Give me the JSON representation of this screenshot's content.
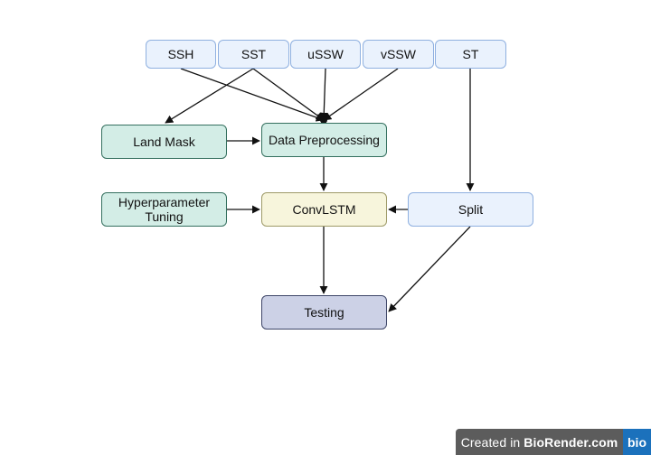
{
  "nodes": {
    "ssh": "SSH",
    "sst": "SST",
    "ussw": "uSSW",
    "vssw": "vSSW",
    "st": "ST",
    "land_mask": "Land Mask",
    "data_preprocessing": "Data Preprocessing",
    "hyperparameter_tuning": "Hyperparameter\nTuning",
    "convlstm": "ConvLSTM",
    "split": "Split",
    "testing": "Testing"
  },
  "badge": {
    "prefix": "Created in",
    "brand": "BioRender.com",
    "logo": "bio"
  },
  "colors": {
    "input_fill": "#eaf2fd",
    "input_border": "#8fb0e0",
    "process_fill": "#d3ede6",
    "process_border": "#35705f",
    "model_fill": "#f7f5dc",
    "model_border": "#9e9a68",
    "testing_fill": "#ccd1e6",
    "testing_border": "#3e4668",
    "edge": "#111111",
    "badge_bg": "#5c5c5c",
    "badge_logo_bg": "#1b71bc"
  },
  "edges": [
    {
      "from": "ssh",
      "to": "data_preprocessing"
    },
    {
      "from": "sst",
      "to": "data_preprocessing"
    },
    {
      "from": "sst",
      "to": "land_mask"
    },
    {
      "from": "ussw",
      "to": "data_preprocessing"
    },
    {
      "from": "vssw",
      "to": "data_preprocessing"
    },
    {
      "from": "st",
      "to": "split"
    },
    {
      "from": "land_mask",
      "to": "data_preprocessing"
    },
    {
      "from": "data_preprocessing",
      "to": "convlstm"
    },
    {
      "from": "hyperparameter_tuning",
      "to": "convlstm"
    },
    {
      "from": "split",
      "to": "convlstm"
    },
    {
      "from": "convlstm",
      "to": "testing"
    },
    {
      "from": "split",
      "to": "testing"
    }
  ]
}
